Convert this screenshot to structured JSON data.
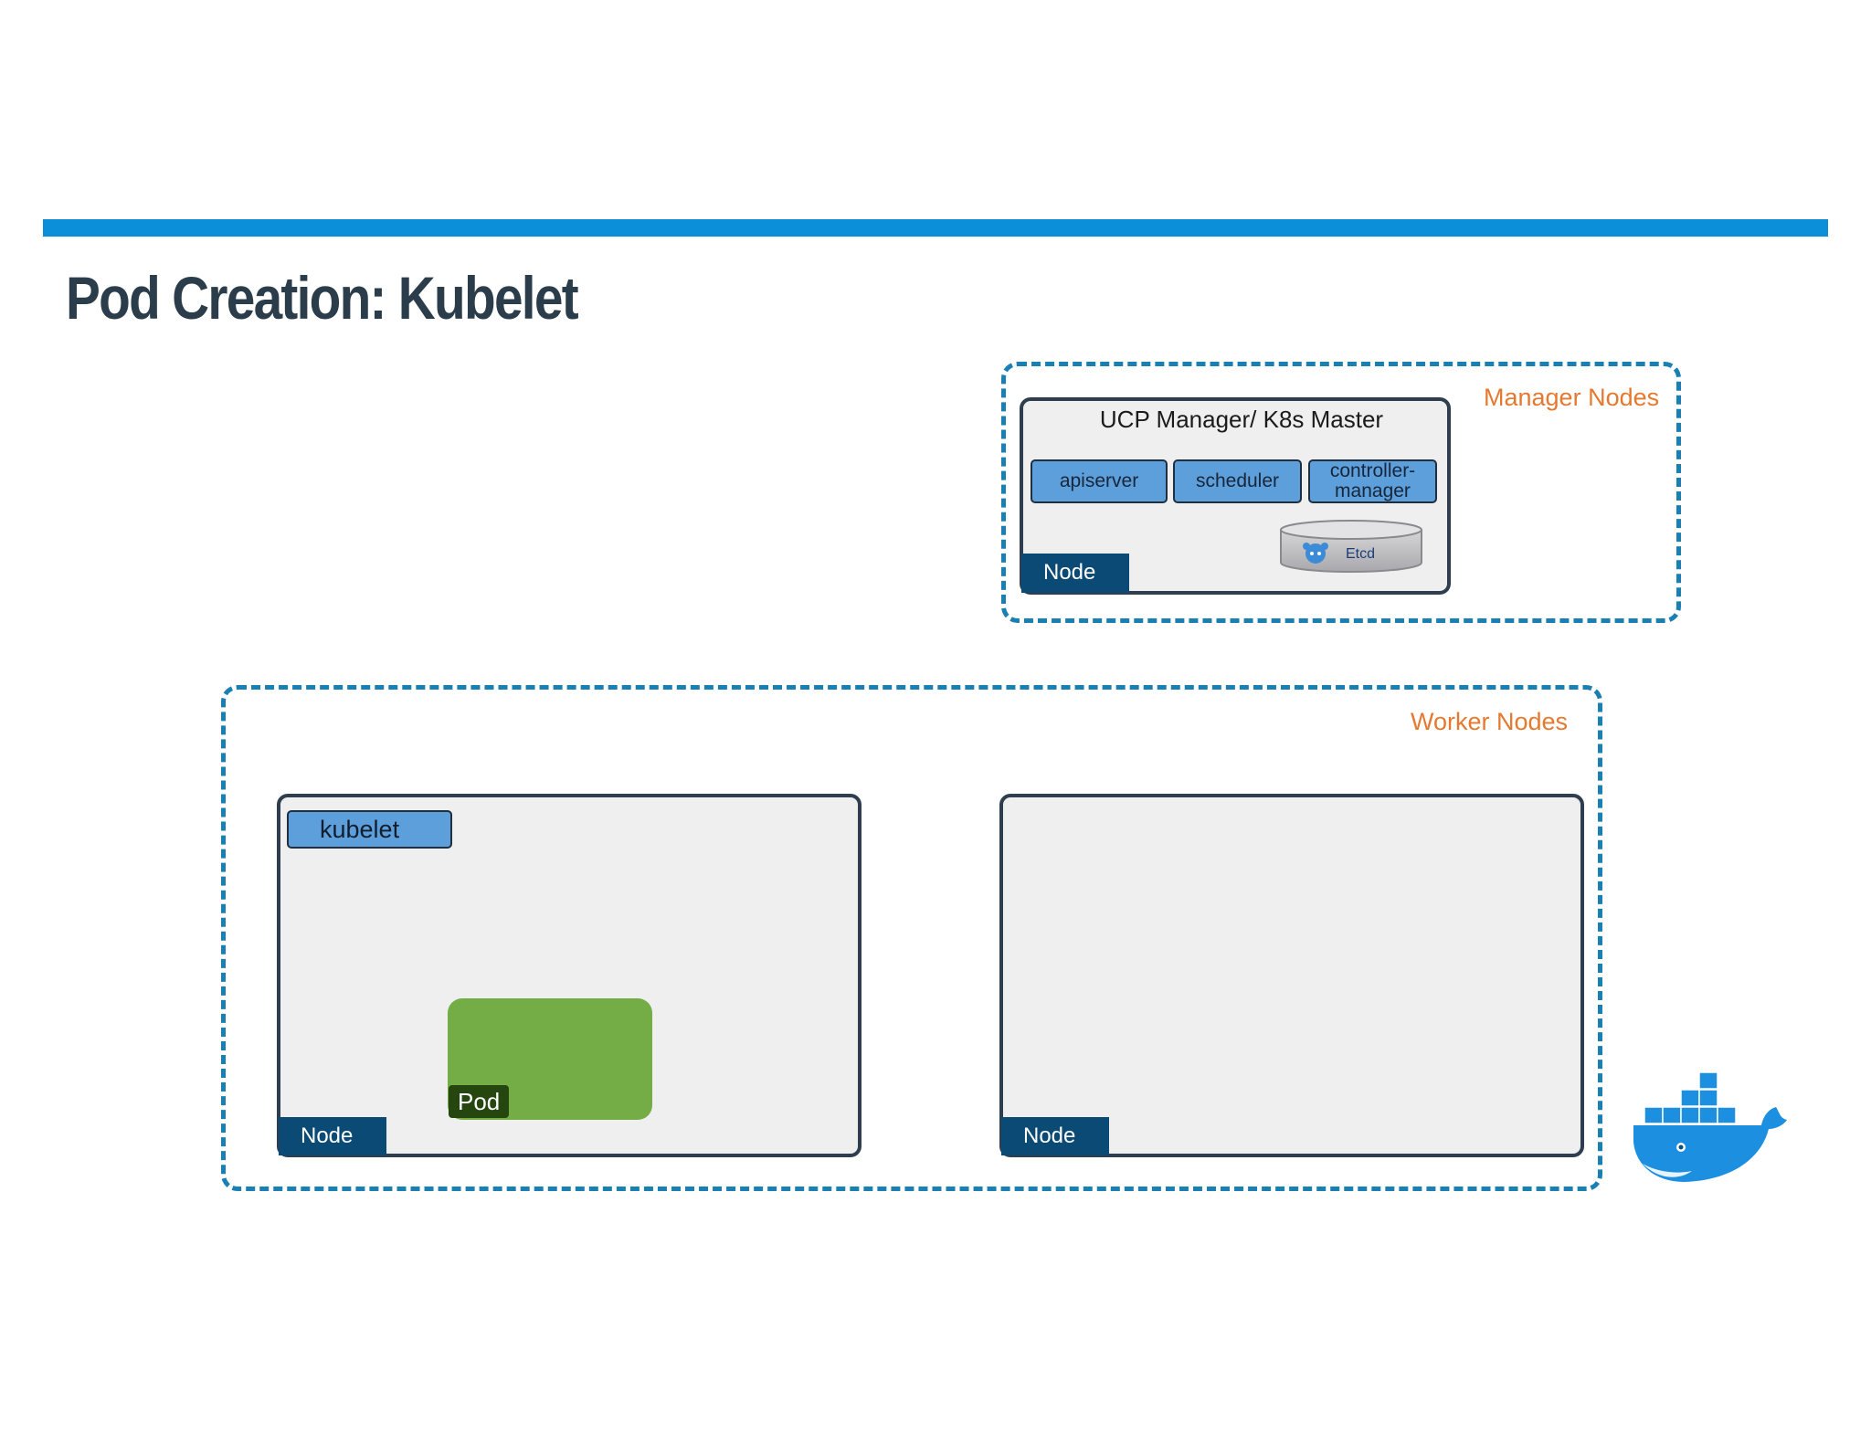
{
  "slide": {
    "title": "Pod Creation: Kubelet"
  },
  "manager_group": {
    "label": "Manager Nodes",
    "master": {
      "title": "UCP Manager/ K8s Master",
      "components": [
        "apiserver",
        "scheduler",
        "controller-\nmanager"
      ],
      "store": "Etcd",
      "node_tag": "Node"
    }
  },
  "worker_group": {
    "label": "Worker Nodes",
    "nodes": [
      {
        "node_tag": "Node",
        "agent": "kubelet",
        "pod": "Pod"
      },
      {
        "node_tag": "Node"
      }
    ]
  },
  "colors": {
    "accent_rule": "#0b8fd9",
    "dashed_border": "#1a7fb3",
    "group_label": "#e4792f",
    "node_tag": "#0b4a74",
    "component": "#5d9fdb",
    "pod": "#74ad45"
  },
  "icons": [
    "etcd-logo-icon",
    "docker-whale-icon"
  ]
}
